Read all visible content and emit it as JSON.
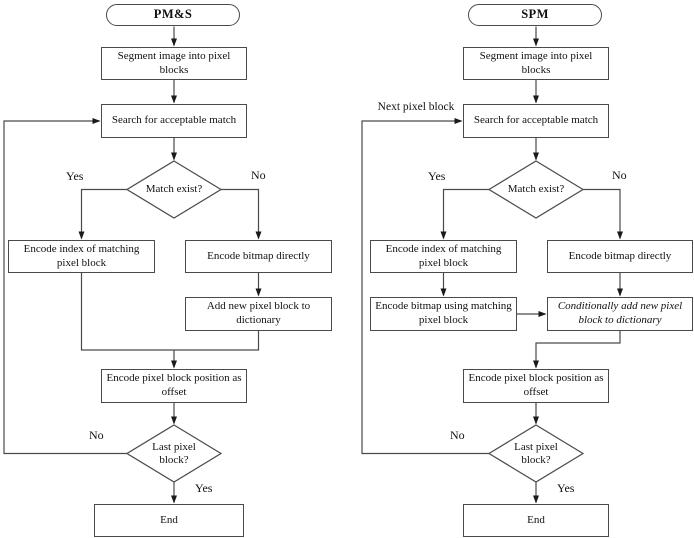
{
  "figure": {
    "type": "flowchart-comparison",
    "background": "#ffffff",
    "line_color": "#4a4a4a",
    "text_color": "#111111"
  },
  "flows": [
    {
      "title": "PM&S",
      "nodes": {
        "segment": "Segment image into pixel blocks",
        "search": "Search for acceptable match",
        "match_exist": "Match exist?",
        "encode_index": "Encode index of matching pixel block",
        "encode_bitmap": "Encode bitmap directly",
        "add_new": "Add new pixel block to dictionary",
        "encode_position": "Encode pixel block position as offset",
        "last_block": "Last pixel block?",
        "end": "End"
      },
      "labels": {
        "yes_top": "Yes",
        "no_top": "No",
        "no_bottom": "No",
        "yes_bottom": "Yes"
      }
    },
    {
      "title": "SPM",
      "nodes": {
        "segment": "Segment image into pixel blocks",
        "search": "Search for acceptable match",
        "match_exist": "Match exist?",
        "encode_index": "Encode index of matching pixel block",
        "encode_bitmap": "Encode bitmap directly",
        "encode_bitmap_matching": "Encode bitmap using matching pixel block",
        "conditionally_add": "Conditionally add new pixel block to dictionary",
        "encode_position": "Encode pixel block position as offset",
        "last_block": "Last pixel block?",
        "end": "End"
      },
      "labels": {
        "next_pixel_block": "Next pixel block",
        "yes_top": "Yes",
        "no_top": "No",
        "no_bottom": "No",
        "yes_bottom": "Yes"
      }
    }
  ]
}
